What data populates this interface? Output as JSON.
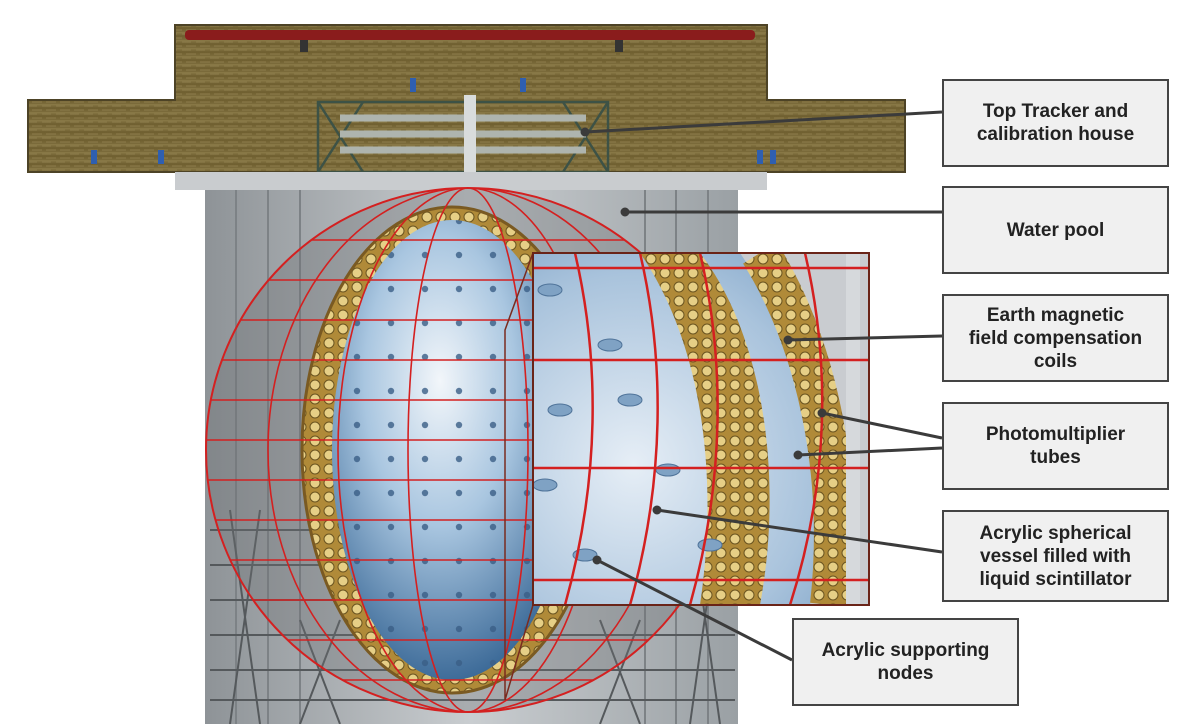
{
  "labels": {
    "top_tracker": "Top Tracker and\ncalibration house",
    "water_pool": "Water pool",
    "earth_coils": "Earth magnetic\nfield compensation\ncoils",
    "pmts": "Photomultiplier\ntubes",
    "acrylic_vessel": "Acrylic spherical\nvessel filled with\nliquid scintillator",
    "supporting_nodes": "Acrylic supporting\nnodes"
  },
  "colors": {
    "soil": "#7a6a3a",
    "coil_red": "#d42020",
    "pool_grey": "#a9adb0",
    "vessel_blue": "#6d9cc8",
    "pmt_gold": "#c8a850",
    "callout_bg": "#f0f0f0",
    "callout_border": "#444444",
    "leader_line": "#3b3b3b"
  }
}
